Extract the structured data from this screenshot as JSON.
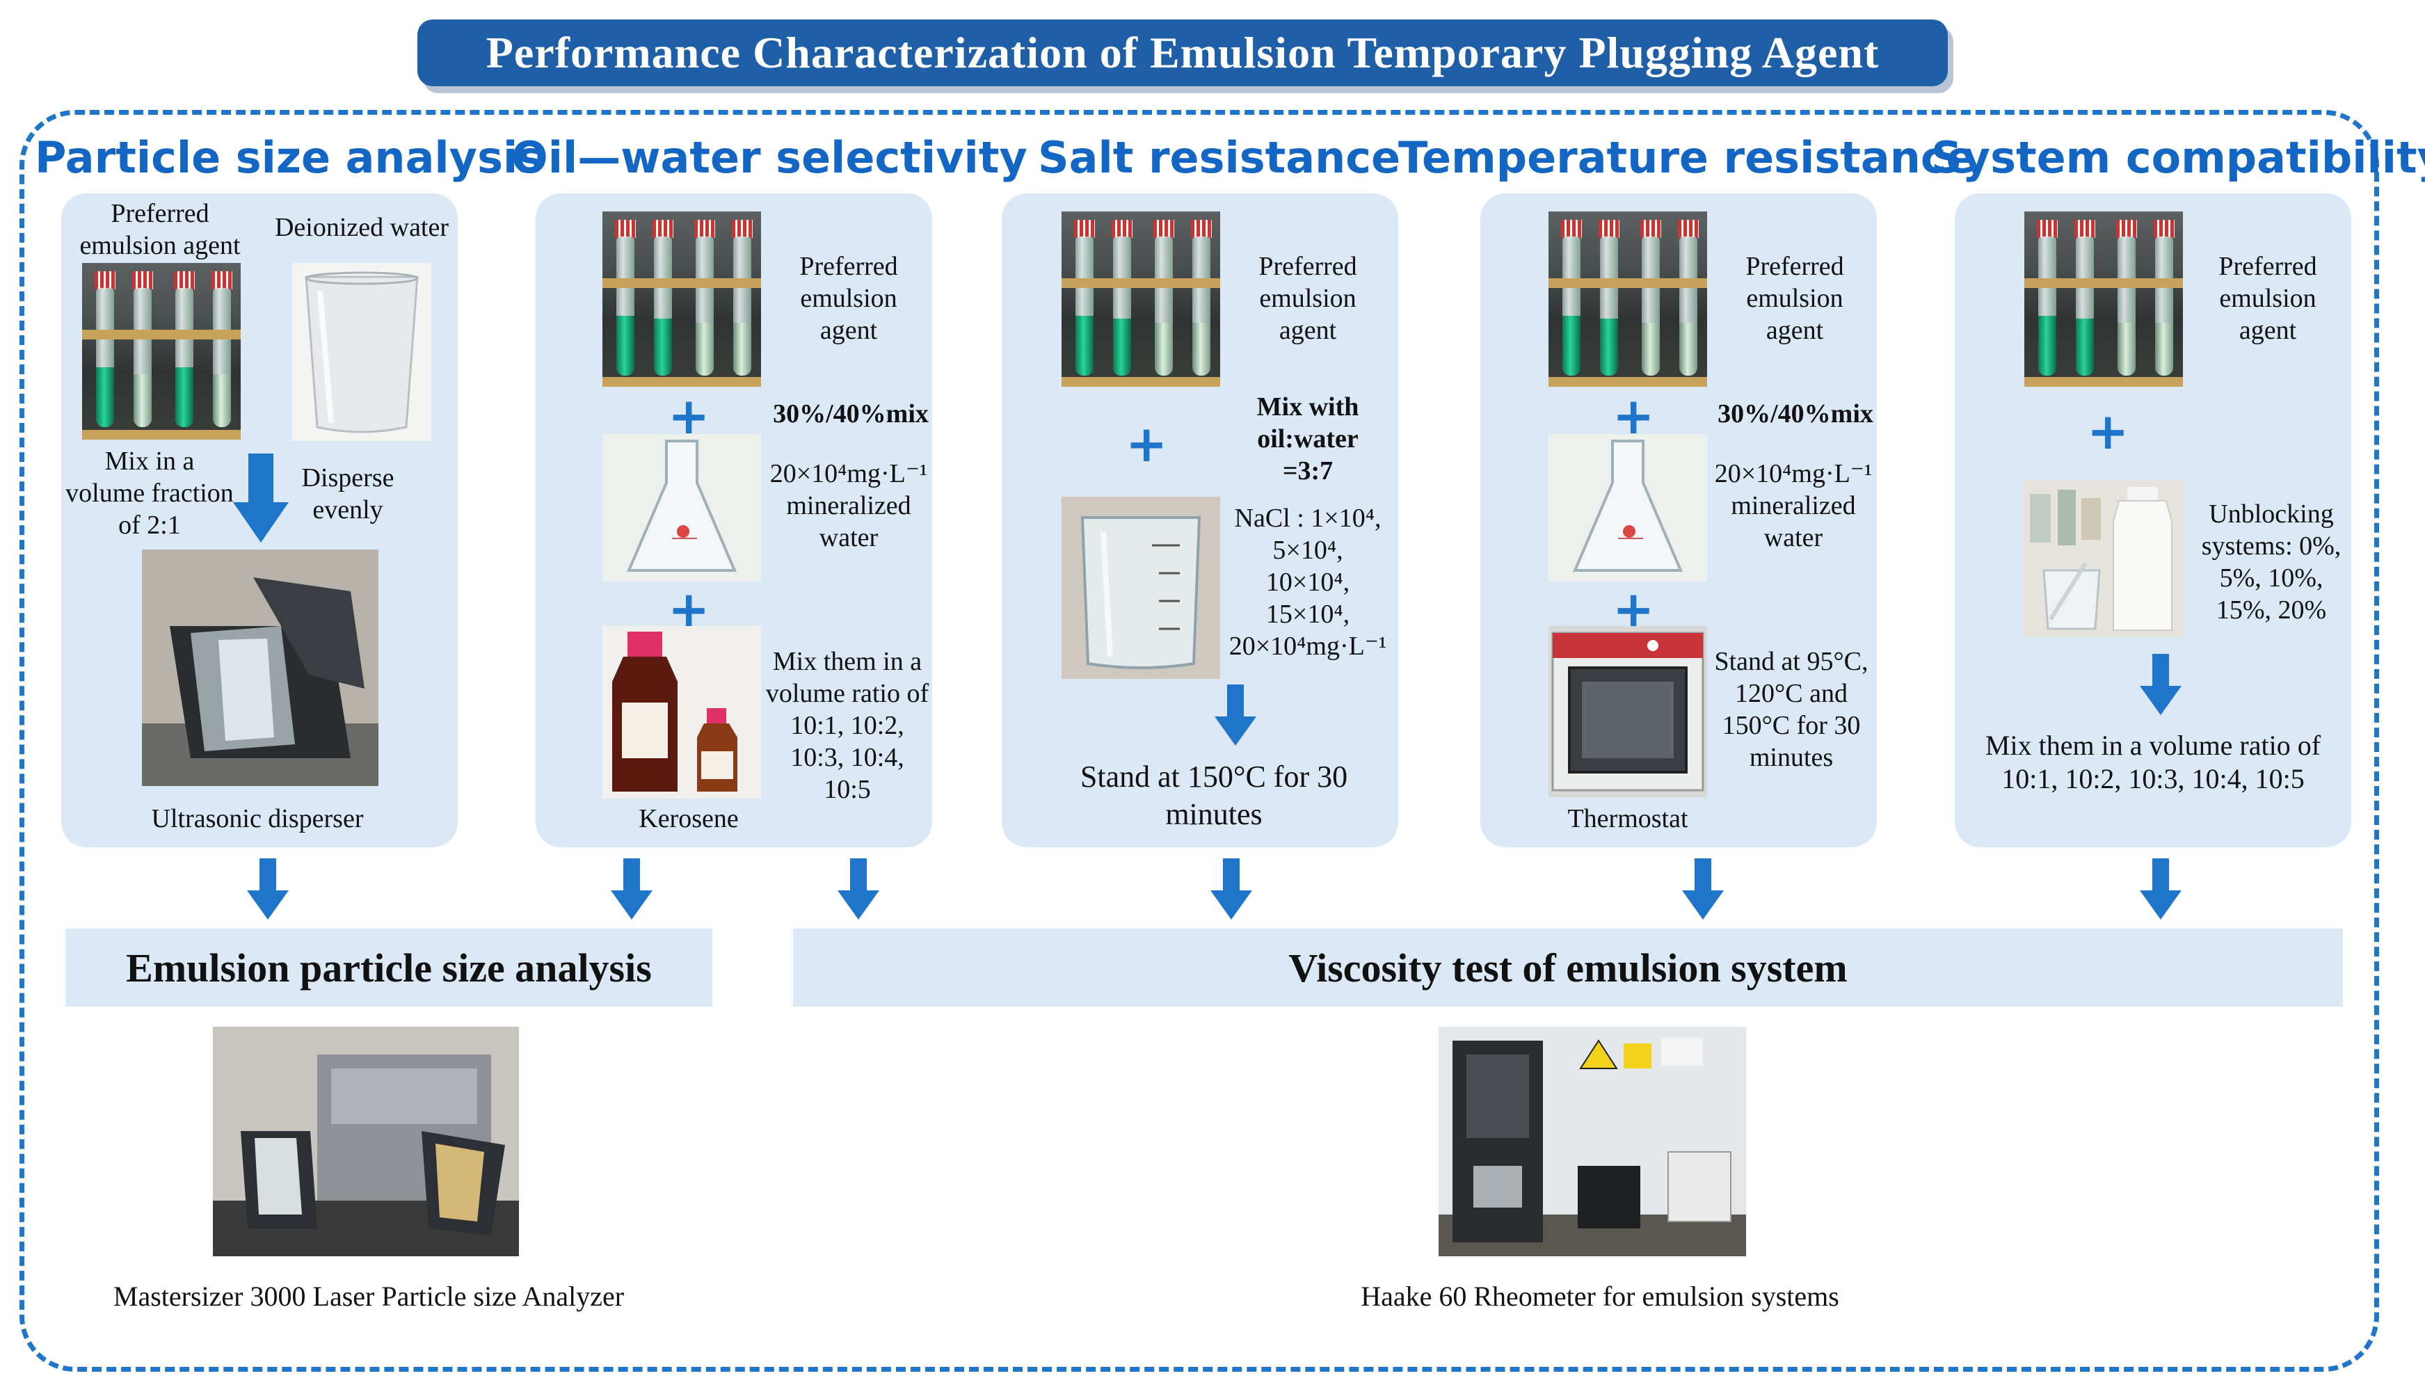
{
  "title": "Performance Characterization of Emulsion Temporary Plugging Agent",
  "sections": {
    "particle": {
      "heading": "Particle size analysis",
      "preferred": "Preferred emulsion agent",
      "water": "Deionized water",
      "mix": "Mix in a volume fraction of 2:1",
      "disperse": "Disperse evenly",
      "device": "Ultrasonic disperser"
    },
    "oilwater": {
      "heading": "Oil—water selectivity",
      "preferred": "Preferred emulsion agent",
      "mix_ratio": "30%/40%mix",
      "water_line1": "20×10⁴mg·L⁻¹",
      "water_line2": "mineralized water",
      "mix_text": "Mix them in a volume ratio of 10:1, 10:2, 10:3, 10:4, 10:5",
      "kerosene": "Kerosene"
    },
    "salt": {
      "heading": "Salt resistance",
      "preferred": "Preferred emulsion agent",
      "mix": "Mix with oil:water =3:7",
      "nacl": [
        "NaCl : 1×10⁴,",
        "5×10⁴,",
        "10×10⁴,",
        "15×10⁴,",
        "20×10⁴mg·L⁻¹"
      ],
      "stand": "Stand at 150°C for 30 minutes"
    },
    "temperature": {
      "heading": "Temperature resistance",
      "preferred": "Preferred emulsion agent",
      "mix_ratio": "30%/40%mix",
      "water_line1": "20×10⁴mg·L⁻¹",
      "water_line2": "mineralized water",
      "stand": "Stand at 95°C, 120°C and 150°C for 30 minutes",
      "device": "Thermostat"
    },
    "compat": {
      "heading": "System compatibility",
      "preferred": "Preferred emulsion agent",
      "unblocking": "Unblocking systems: 0%, 5%, 10%, 15%, 20%",
      "mix": "Mix them in a volume ratio of 10:1, 10:2, 10:3, 10:4, 10:5"
    }
  },
  "results": {
    "particle_bar": "Emulsion particle size analysis",
    "viscosity_bar": "Viscosity test of emulsion system",
    "analyzer_caption": "Mastersizer 3000 Laser Particle size Analyzer",
    "rheometer_caption": "Haake 60 Rheometer for emulsion systems"
  },
  "colors": {
    "accent": "#1f75c9",
    "title_bg": "#1f5fa8",
    "panel_bg": "#dbe9f6",
    "heading_blue": "#1466c4"
  }
}
